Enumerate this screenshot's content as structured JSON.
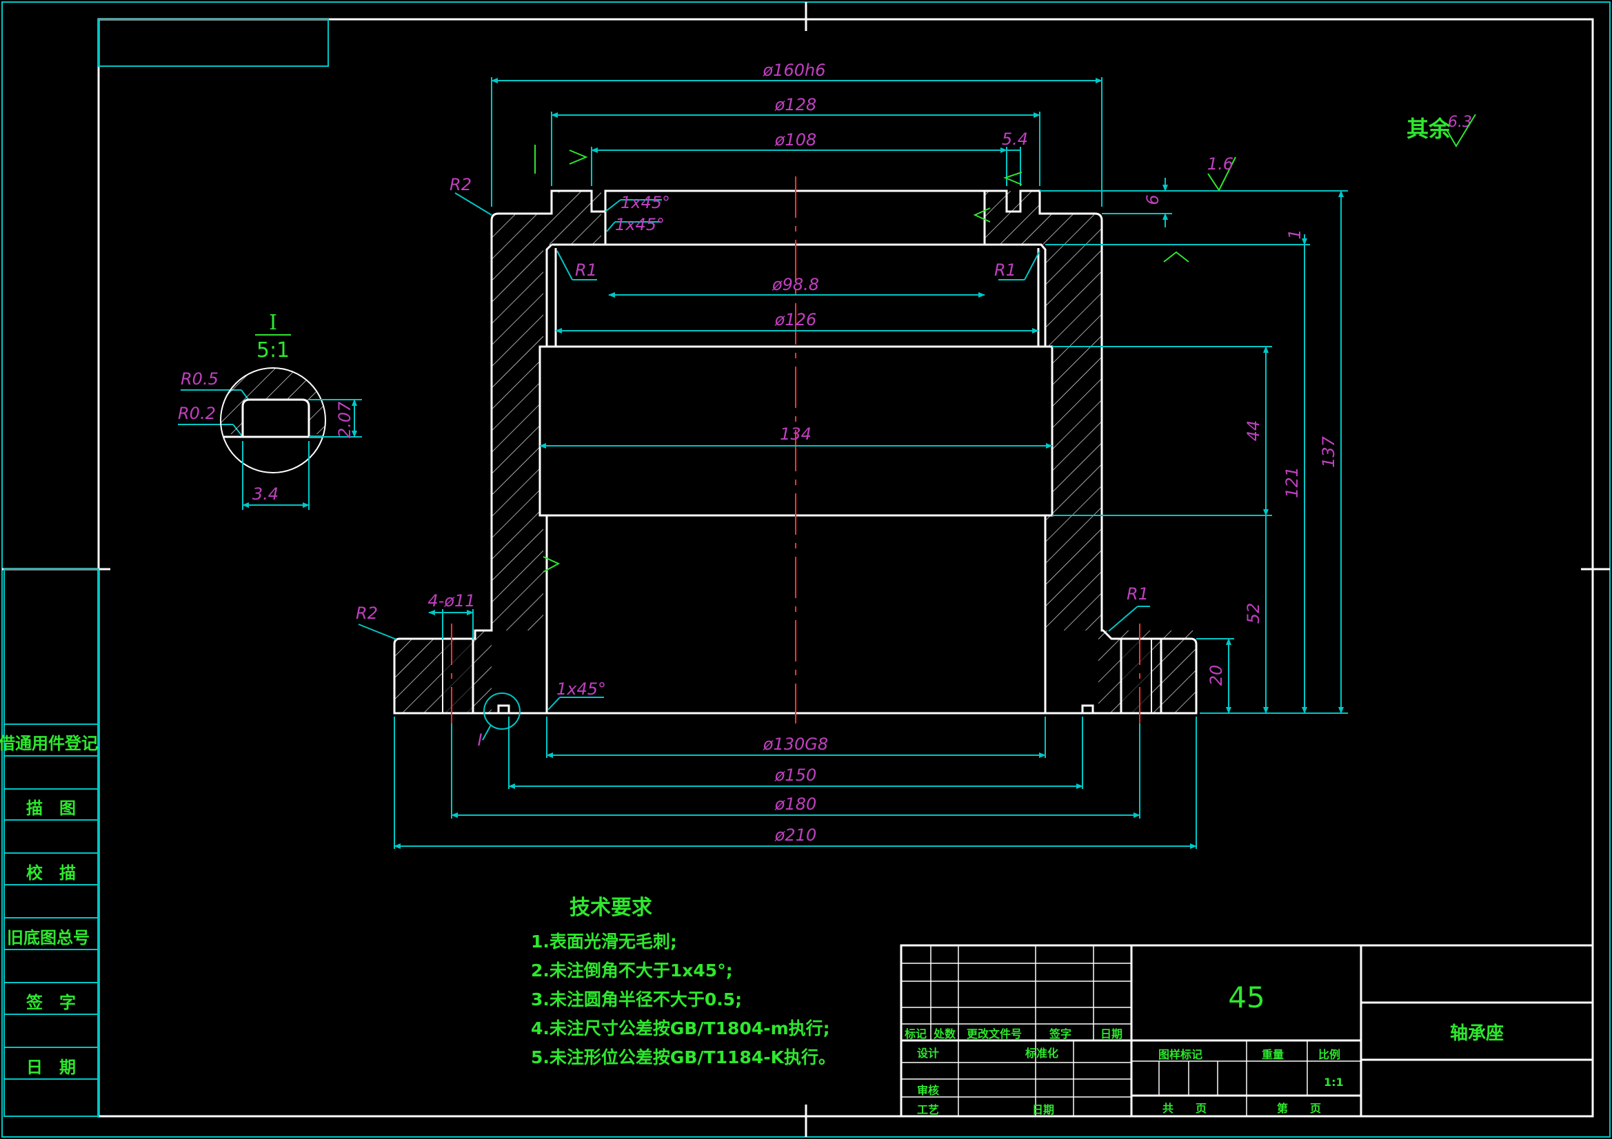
{
  "title_block": {
    "material": "45",
    "part_name": "轴承座",
    "scale": "1:1",
    "headers": [
      "标记",
      "处数",
      "更改文件号",
      "签字",
      "日期"
    ],
    "design": "设计",
    "standardization": "标准化",
    "review": "审核",
    "process": "工艺",
    "date": "日期",
    "drawing_mark": "图样标记",
    "weight": "重量",
    "ratio": "比例",
    "total_sheets": "共　　页",
    "sheet_no": "第　　页"
  },
  "side_table": [
    "借通用件登记",
    "描　图",
    "校　描",
    "旧底图总号",
    "签　字",
    "日　期"
  ],
  "surface_finish": {
    "label": "其余",
    "value": "6.3"
  },
  "detail": {
    "id": "I",
    "scale": "5:1",
    "r_top": "R0.5",
    "r_bottom": "R0.2",
    "height": "2.07",
    "width": "3.4"
  },
  "dimensions": {
    "d160": "ø160h6",
    "d128": "ø128",
    "d108": "ø108",
    "w54": "5.4",
    "d98": "ø98.8",
    "d126": "ø126",
    "d134": "134",
    "d130": "ø130G8",
    "d150": "ø150",
    "d180": "ø180",
    "d210": "ø210",
    "h6": "6",
    "h1": "1",
    "h44": "44",
    "h121": "121",
    "h137": "137",
    "h52": "52",
    "h20": "20",
    "holes": "4-ø11",
    "r2_top": "R2",
    "r2_bottom": "R2",
    "r1_left": "R1",
    "r1_right": "R1",
    "r1_flange": "R1",
    "chamfer1": "1x45°",
    "chamfer2": "1x45°",
    "chamfer3": "1x45°",
    "detail_ref": "I",
    "ra16": "1.6"
  },
  "notes": {
    "title": "技术要求",
    "items": [
      "1.表面光滑无毛刺;",
      "2.未注倒角不大于1x45°;",
      "3.未注圆角半径不大于0.5;",
      "4.未注尺寸公差按GB/T1804-m执行;",
      "5.未注形位公差按GB/T1184-K执行。"
    ]
  },
  "colors": {
    "background": "#000000",
    "outline": "#ffffff",
    "dimension": "#00c8c8",
    "dim_text": "#c040c0",
    "label": "#2ee82e",
    "centerline": "#ff3030"
  }
}
